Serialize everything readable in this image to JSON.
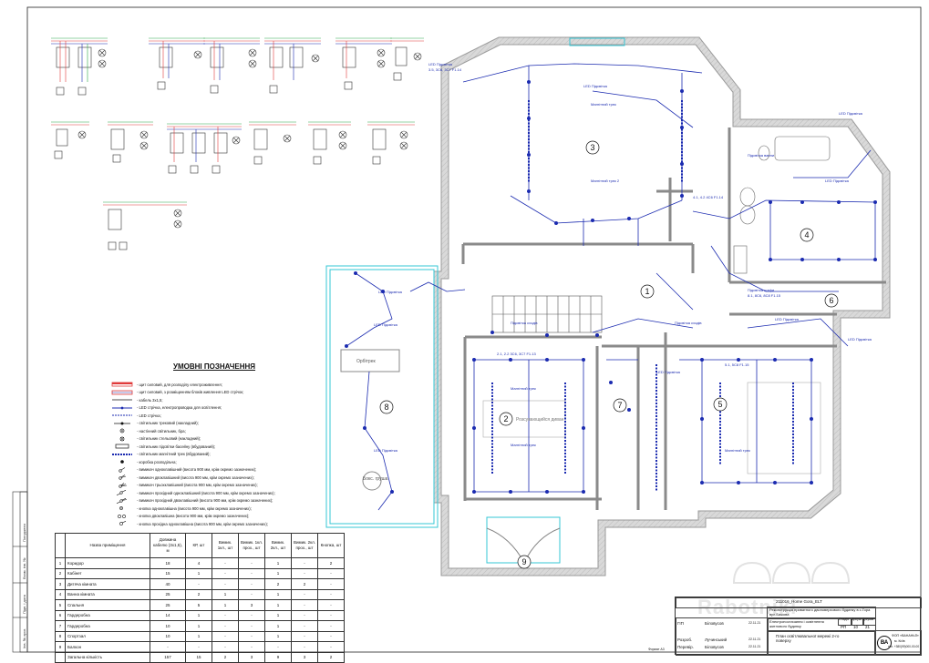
{
  "project": {
    "code": "211016_Home Gora_ELT",
    "description": "Реконструкція приватного двоповерхового будинку в с.Гора вул.Бажова",
    "sheet_title": "План освітлювальної мережі 2-го поверху",
    "section_title": "Електропостачання і освітлення житлового будинку",
    "stage_label": "Стадія",
    "stage": "РП",
    "sheet_label": "Аркуш",
    "sheet": "10",
    "sheets_label": "Аркушів",
    "sheets": "21",
    "company": "ФОП «ВАНАНЬЇЇ»",
    "company_city": "м. Київ",
    "company_phone": "тел. +380(99)000-00-00",
    "logo": "ВА",
    "format": "Формат А3",
    "signers": [
      {
        "role": "ГІП",
        "name": "Біловусов",
        "date": "22.11.21"
      },
      {
        "role": "Розроб.",
        "name": "Лучинський",
        "date": "22.11.21"
      },
      {
        "role": "Перевір.",
        "name": "Біловусов",
        "date": "22.11.21"
      }
    ],
    "watermark": "Rabotniki"
  },
  "legend": {
    "title": "УМОВНІ ПОЗНАЧЕННЯ",
    "items": [
      {
        "icon": "power-shield-icon",
        "text": "- щит силовий, для розподілу електроживлення;"
      },
      {
        "icon": "led-shield-icon",
        "text": "- щит силовий, з розміщенням блоків живлення LED стрічок;"
      },
      {
        "icon": "cable-icon",
        "text": "- кабель 3х1,5;"
      },
      {
        "icon": "led-strip-icon",
        "text": "- LED стрічка, електропроводка для освітлення;"
      },
      {
        "icon": "led-line-icon",
        "text": "- LED стрічка;"
      },
      {
        "icon": "track-lamp-icon",
        "text": "- світильник трековий (накладний);"
      },
      {
        "icon": "wall-lamp-icon",
        "text": "- настінний світильник, бра;"
      },
      {
        "icon": "ceiling-lamp-icon",
        "text": "- світильник стельовий (накладний);"
      },
      {
        "icon": "downlight-icon",
        "text": "- світильник підсвітки басейну (вбудований);"
      },
      {
        "icon": "magnetic-track-icon",
        "text": "- світильник магнітний трек (вбудований);"
      },
      {
        "icon": "junction-box-icon",
        "text": "- коробка розподільча;"
      },
      {
        "icon": "switch-1-icon",
        "text": "- вимикач одноклавішний (висота 900 мм, крім окремо зазначених);"
      },
      {
        "icon": "switch-2-icon",
        "text": "- вимикач двоклавішний (висота 900 мм, крім окремо зазначених);"
      },
      {
        "icon": "switch-3-icon",
        "text": "- вимикач трьохклавішний (висота 900 мм, крім окремо зазначених);"
      },
      {
        "icon": "pass-switch-1-icon",
        "text": "- вимикач прохідний одноклавішний (висота 900 мм, крім окремо зазначених);"
      },
      {
        "icon": "pass-switch-2-icon",
        "text": "- вимикач прохідний двоклавішний (висота 900 мм, крім окремо зазначених);"
      },
      {
        "icon": "button-icon",
        "text": "- кнопка одноклавішна (висота 900 мм, крім окремо зазначених);"
      },
      {
        "icon": "button-2-icon",
        "text": "- кнопка двоклавішна (висота 900 мм, крім окремо зазначених);"
      },
      {
        "icon": "pass-button-icon",
        "text": "- кнопка прохідна одноклавішна (висота 900 мм, крім окремо зазначених);"
      }
    ]
  },
  "table": {
    "headers": [
      "",
      "Назва приміщення",
      "Довжина кабелю (3х1,5), м",
      "КР, шт",
      "Вимик. 1кл., шт",
      "Вимик. 1кл. прох., шт",
      "Вимик. 2кл., шт",
      "Вимик. 2кл. прох., шт",
      "Кнопка, шт"
    ],
    "rows": [
      [
        "1",
        "Коридор",
        "18",
        "4",
        "-",
        "-",
        "1",
        "-",
        "2"
      ],
      [
        "2",
        "Кабінет",
        "15",
        "1",
        "-",
        "-",
        "1",
        "-",
        "-"
      ],
      [
        "3",
        "Дитяча кімната",
        "40",
        "-",
        "-",
        "-",
        "2",
        "2",
        "-"
      ],
      [
        "4",
        "Ванна кімната",
        "25",
        "2",
        "1",
        "-",
        "1",
        "-",
        "-"
      ],
      [
        "5",
        "Спальня",
        "25",
        "5",
        "1",
        "3",
        "1",
        "-",
        "-"
      ],
      [
        "6",
        "Гардеробна",
        "14",
        "1",
        "-",
        "-",
        "1",
        "-",
        "-"
      ],
      [
        "7",
        "Гардеробна",
        "10",
        "1",
        "-",
        "-",
        "1",
        "-",
        "-"
      ],
      [
        "8",
        "Спортзал",
        "10",
        "1",
        "-",
        "-",
        "1",
        "-",
        "-"
      ],
      [
        "9",
        "Балкон",
        "-",
        "-",
        "-",
        "-",
        "-",
        "-",
        "-"
      ],
      [
        "",
        "Загальна кількість",
        "157",
        "15",
        "2",
        "3",
        "9",
        "3",
        "2"
      ]
    ]
  },
  "rooms": [
    "1",
    "2",
    "3",
    "4",
    "5",
    "6",
    "7",
    "8",
    "9"
  ],
  "plan_labels": {
    "room8_name": "Орбітрек",
    "room8_box": "Бокс. груша",
    "room2_name": "Розсувающийся диван",
    "bath": "Підсвітка ванни",
    "lamp_led": "LED Підсвітка",
    "magnetic": "Магнітний трек",
    "magnetic_2": "Магнітний трек 2",
    "wall_hook": "Підсвітка шафи",
    "corridor_lamp": "Підсвітка сходів",
    "circuit_a": "3.5, 3С6, 3С7 F1.14",
    "circuit_b": "8.1, 8С6, 8С8 F1.15",
    "circuit_c": "2.1, 2.2 3С6, 3С7 F1.13",
    "circuit_d": "5.1, 5С8 F1.15",
    "circuit_e": "4.1, 4.2 4С6 F1.14"
  },
  "colors": {
    "plan_blue": "#1b2bb0",
    "wall_gray": "#cfcfcf",
    "cyan": "#35c7d6",
    "red": "#e03a3a",
    "green": "#2fa84a"
  },
  "side_stamp": {
    "labels": [
      "Погоджено",
      "Взам. інв. №",
      "Підп. і дата",
      "Інв. № ориг."
    ]
  }
}
